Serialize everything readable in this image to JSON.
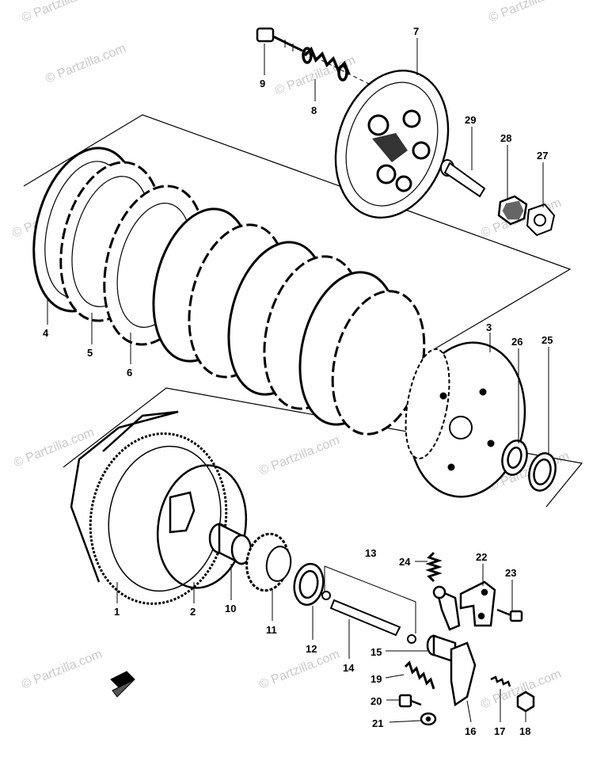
{
  "watermark": "© Partzilla.com",
  "callouts": {
    "p1": "1",
    "p2": "2",
    "p3": "3",
    "p4": "4",
    "p5": "5",
    "p6": "6",
    "p7": "7",
    "p8": "8",
    "p9": "9",
    "p10": "10",
    "p11": "11",
    "p12": "12",
    "p13": "13",
    "p14": "14",
    "p15": "15",
    "p16": "16",
    "p17": "17",
    "p18": "18",
    "p19": "19",
    "p20": "20",
    "p21": "21",
    "p22": "22",
    "p23": "23",
    "p24": "24",
    "p25": "25",
    "p26": "26",
    "p27": "27",
    "p28": "28",
    "p29": "29"
  }
}
